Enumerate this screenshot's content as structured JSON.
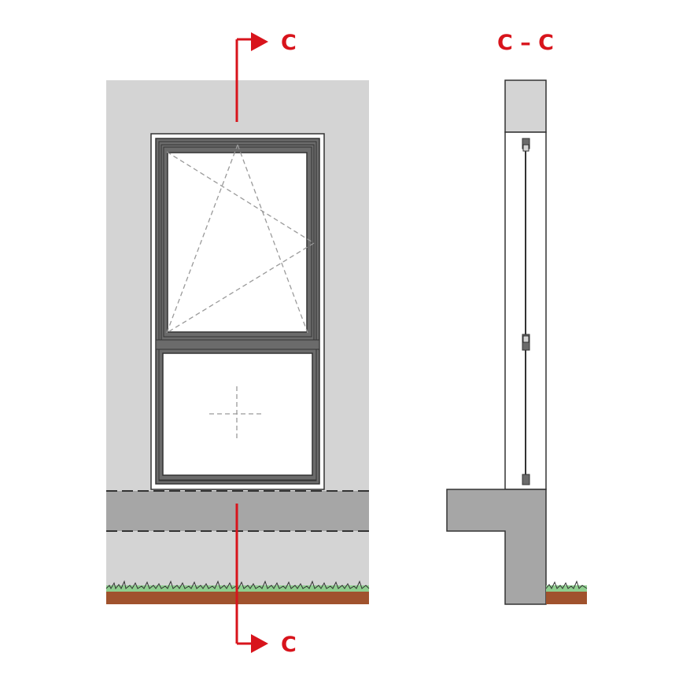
{
  "section_marks": {
    "top_label": "C",
    "bottom_label": "C",
    "section_title": "C – C"
  },
  "colors": {
    "section_red": "#d8141c",
    "wall": "#d4d4d4",
    "plinth_band": "#a6a6a6",
    "frame": "#6b6b6b",
    "frame_line": "#333333",
    "glass": "#ffffff",
    "grass": "#8fcf8f",
    "soil": "#a0522d",
    "hidden_line": "#9a9a9a"
  },
  "icons": {
    "section_arrow": "arrow-right-icon",
    "grass": "grass-icon"
  }
}
